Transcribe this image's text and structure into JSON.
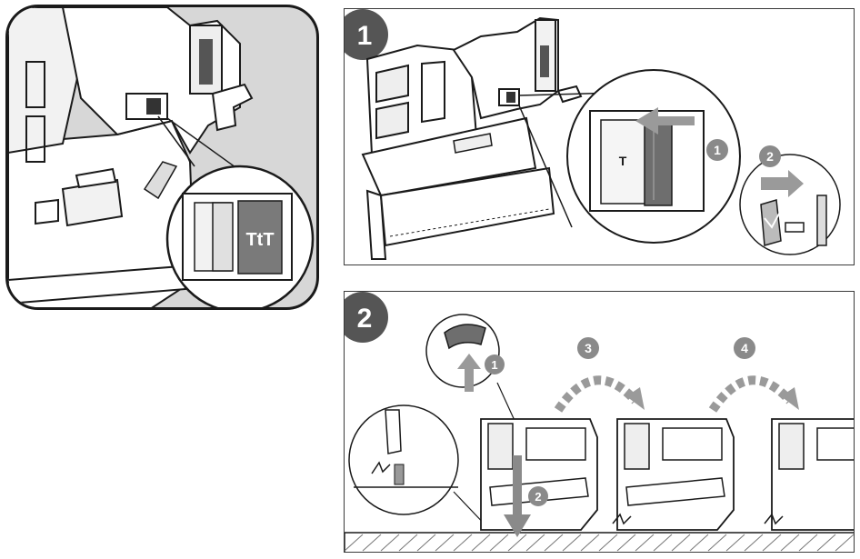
{
  "panels": {
    "left": {
      "mode_icon_text": "TtT"
    },
    "top": {
      "step": "1",
      "callouts": [
        "1",
        "2"
      ],
      "slider_letter": "T"
    },
    "bottom": {
      "step": "2",
      "callouts": [
        "1",
        "2",
        "3",
        "4"
      ]
    }
  },
  "colors": {
    "outline": "#1a1a1a",
    "badge": "#555555",
    "callout": "#8a8a8a",
    "arrow": "#9a9a9a",
    "dark_button": "#6e6e6e"
  }
}
